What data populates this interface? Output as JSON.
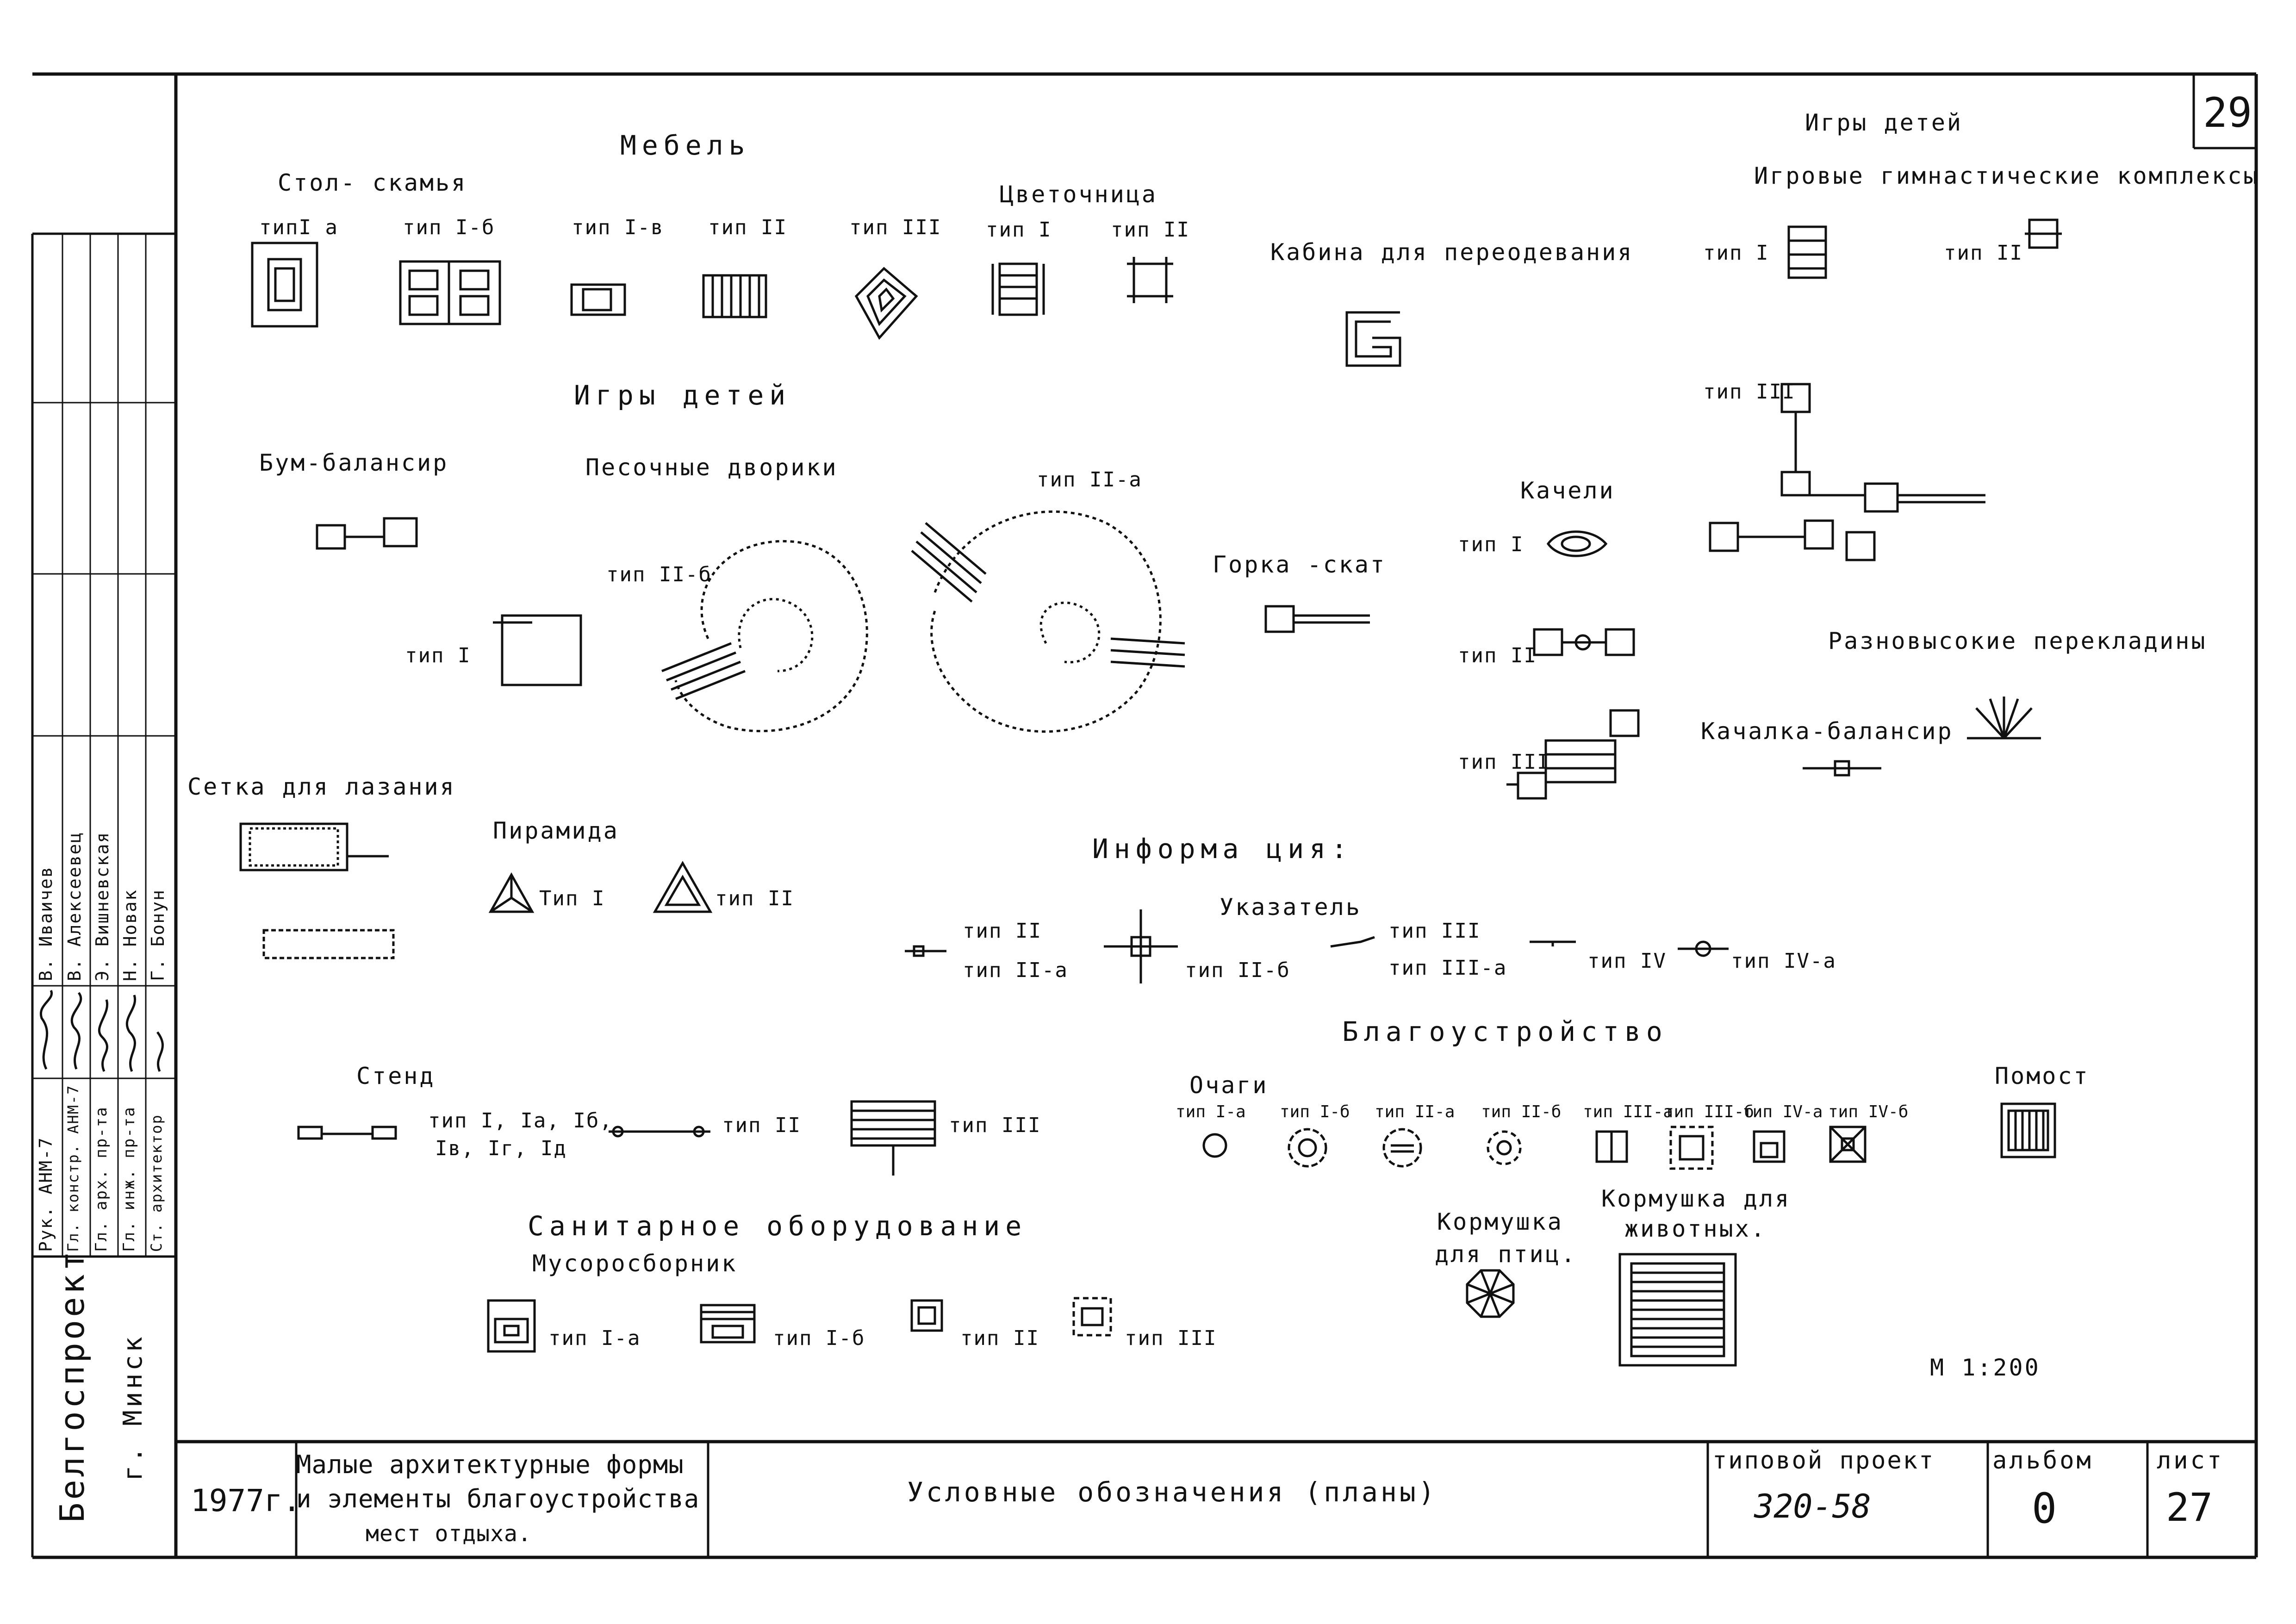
{
  "sheet_number": "29",
  "furniture": {
    "heading": "Мебель",
    "table_bench": "Стол- скамья",
    "types": [
      "типI а",
      "тип I-б",
      "тип I-в",
      "тип II",
      "тип III"
    ],
    "flowerbed": "Цветочница",
    "flowerbed_types": [
      "тип I",
      "тип II"
    ]
  },
  "cabin": "Кабина для переодевания",
  "children_games_top": "Игры детей",
  "gym": {
    "title": "Игровые гимнастические комплексы",
    "types": [
      "тип I",
      "тип II",
      "тип III"
    ]
  },
  "children_games_mid": "Игры детей",
  "boom": "Бум-балансир",
  "sandpits": {
    "title": "Песочные дворики",
    "types": [
      "тип I",
      "тип II-б",
      "тип II-а"
    ]
  },
  "slide": "Горка -скат",
  "swings": {
    "title": "Качели",
    "types": [
      "тип I",
      "тип II",
      "тип III"
    ]
  },
  "bars": "Разновысокие перекладины",
  "seesaw": "Качалка-балансир",
  "climb_net": "Сетка для лазания",
  "pyramid": {
    "title": "Пирамида",
    "types": [
      "Тип I",
      "тип II"
    ]
  },
  "info": {
    "title": "Информа ция:",
    "pointer": "Указатель",
    "types": [
      "тип II",
      "тип II-а",
      "тип II-б",
      "тип III",
      "тип III-а",
      "тип IV",
      "тип IV-а"
    ]
  },
  "improvement": "Благоустройство",
  "stand": {
    "title": "Стенд",
    "type1": [
      "тип I, Iа, Iб,",
      "Iв, Iг, Iд"
    ],
    "type2": "тип II",
    "type3": "тип III"
  },
  "hearths": {
    "title": "Очаги",
    "types": [
      "тип I-а",
      "тип I-б",
      "тип II-а",
      "тип II-б",
      "тип III-а",
      "тип III-б",
      "тип IV-а",
      "тип IV-б"
    ]
  },
  "platform": "Помост",
  "sanitary": "Санитарное оборудование",
  "garbage": {
    "title": "Мусоросборник",
    "types": [
      "тип I-а",
      "тип I-б",
      "тип II",
      "тип III"
    ]
  },
  "bird_feeder": [
    "Кормушка",
    "для птиц."
  ],
  "animal_feeder": [
    "Кормушка для",
    "животных."
  ],
  "scale": "М 1:200",
  "side_stamp": {
    "roles": [
      "Рук. АНМ-7",
      "Гл. констр. АНМ-7",
      "Гл. арх. пр-та",
      "Гл. инж. пр-та",
      "Ст. архитектор"
    ],
    "names": [
      "В. Иваичев",
      "В. Алексеевец",
      "Э. Вишневская",
      "Н. Новак",
      "Г. Бонун"
    ],
    "org": "Белгоспроект",
    "city": "г. Минск"
  },
  "title_block": {
    "year": "1977г.",
    "project_name": [
      "Малые архитектурные формы",
      "и элементы благоустройства",
      "мест отдыха."
    ],
    "sheet_title": "Условные обозначения (планы)",
    "typical_project_label": "типовой проект",
    "typical_project_number": "320-58",
    "album_label": "альбом",
    "album_value": "0",
    "sheet_label": "лист",
    "sheet_value": "27"
  }
}
